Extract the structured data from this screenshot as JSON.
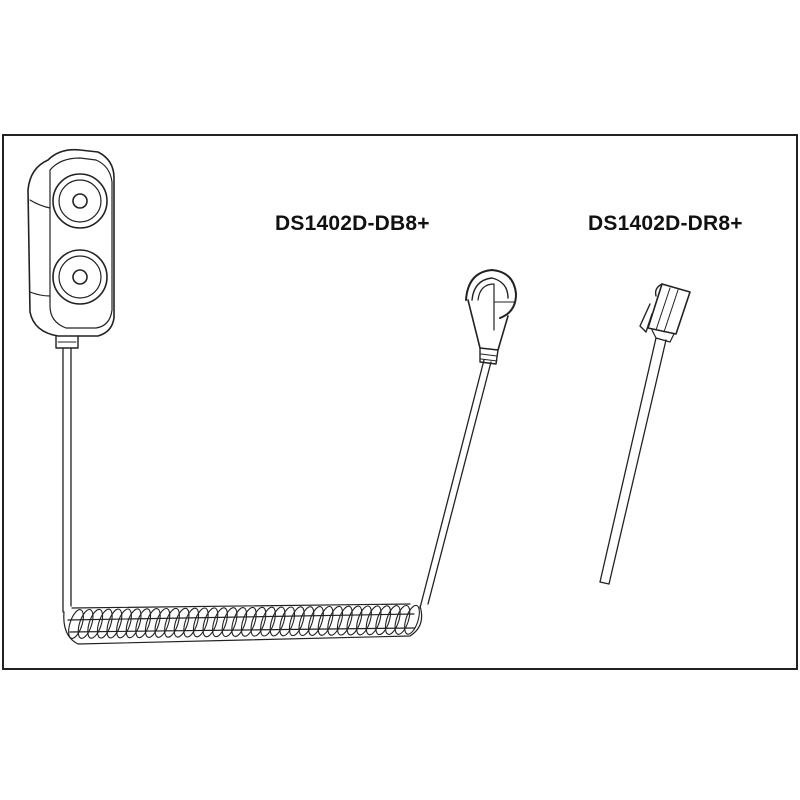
{
  "figure": {
    "labels": {
      "left_product": "DS1402D-DB8+",
      "right_product": "DS1402D-DR8+"
    },
    "components": [
      {
        "name": "dual-button-probe",
        "description": "two-button iButton probe head"
      },
      {
        "name": "coiled-cable",
        "description": "coiled cord connecting probe to connector"
      },
      {
        "name": "db8-plug",
        "description": "right-angle connector for DS1402D-DB8+"
      },
      {
        "name": "dr8-rj-plug",
        "description": "modular RJ plug for DS1402D-DR8+"
      }
    ],
    "colors": {
      "line": "#222222",
      "frame": "#222222",
      "background": "#ffffff"
    }
  }
}
